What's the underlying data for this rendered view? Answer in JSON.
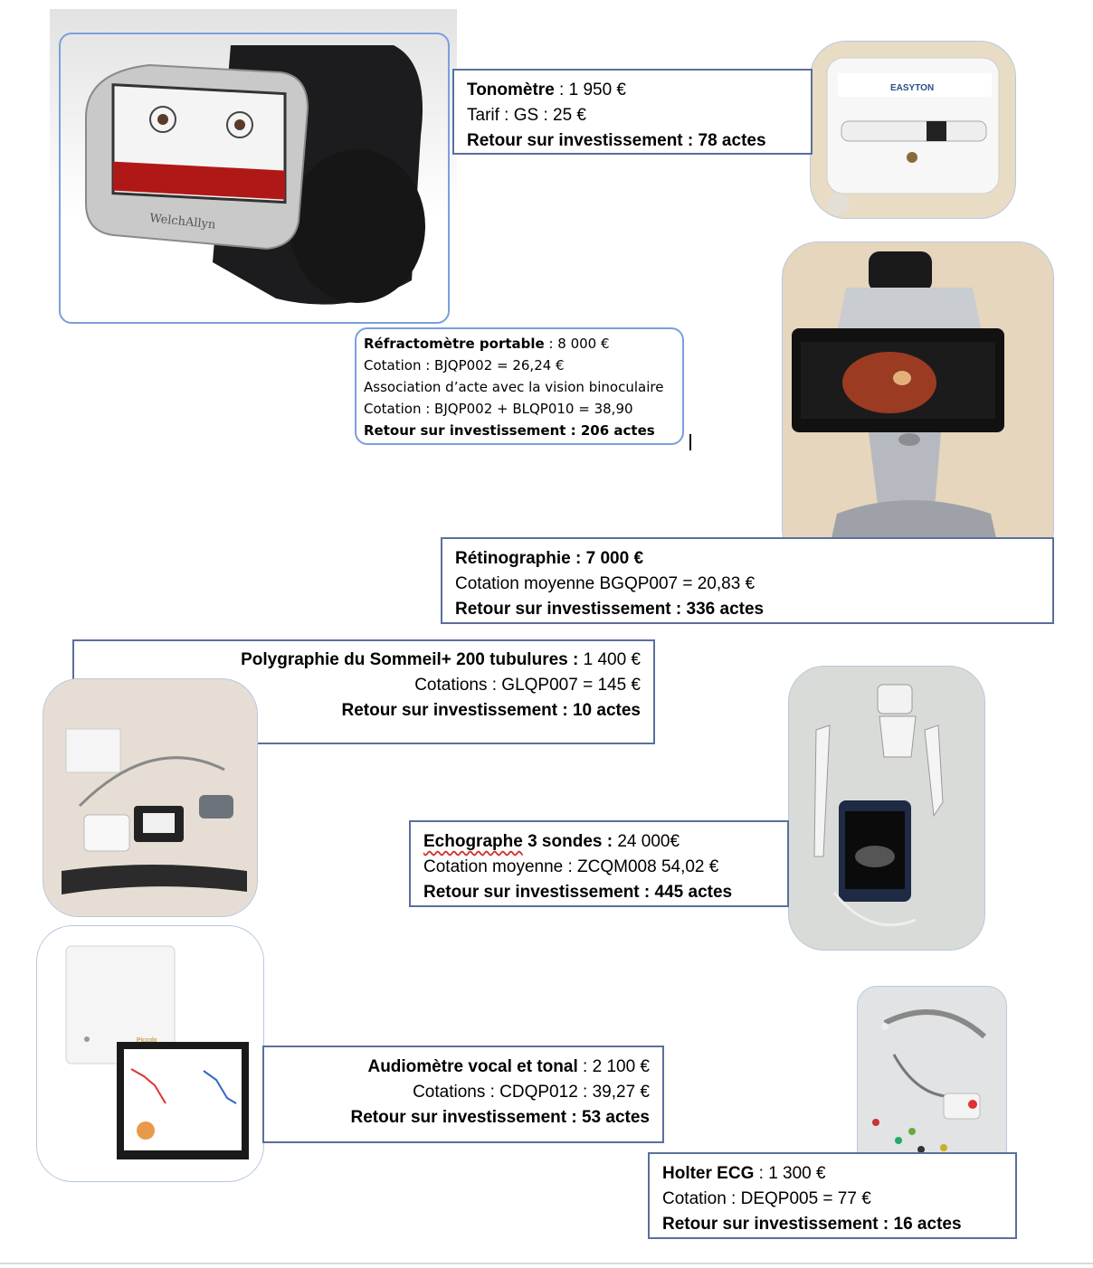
{
  "devices": {
    "tonometre": {
      "name": "Tonomètre",
      "price_sep": " : ",
      "price": "1 950 €",
      "tarif": "Tarif : GS : 25 €",
      "roi": "Retour sur investissement : 78 actes"
    },
    "refractometre": {
      "name": "Réfractomètre portable",
      "price_sep": " : ",
      "price": "8 000 €",
      "cotation1": "Cotation : BJQP002 = 26,24 €",
      "association": "Association d’acte avec la vision binoculaire",
      "cotation2": "Cotation : BJQP002 + BLQP010 = 38,90",
      "roi": "Retour sur investissement : 206 actes"
    },
    "retinographie": {
      "name": "Rétinographie : 7 000 €",
      "cotation": "Cotation moyenne BGQP007 = 20,83 €",
      "roi": "Retour sur investissement : 336 actes"
    },
    "polygraphie": {
      "name": "Polygraphie du Sommeil+ 200 tubulures :",
      "price": " 1 400 €",
      "cotation": "Cotations : GLQP007 = 145 €",
      "roi": "Retour sur investissement : 10 actes"
    },
    "echographe": {
      "name_part1": "Echographe",
      "name_part2": " 3 sondes :",
      "price": " 24 000€",
      "cotation": "Cotation moyenne : ZCQM008 54,02 €",
      "roi": "Retour sur investissement : 445 actes"
    },
    "audiometre": {
      "name": "Audiomètre vocal et tonal",
      "price_sep": " : ",
      "price": "2 100 €",
      "cotation": "Cotations : CDQP012 : 39,27 €",
      "roi": "Retour sur investissement : 53 actes"
    },
    "holter": {
      "name": "Holter ECG",
      "price_sep": " : ",
      "price": "1 300 €",
      "cotation": "Cotation : DEQP005 = 77 €",
      "roi": "Retour sur investissement : 16 actes"
    }
  },
  "logos": {
    "welchallyn": "WelchAllyn",
    "easyton": "EASYTON",
    "piccolo": "Piccolo"
  },
  "colors": {
    "box_border": "#5a6f9c",
    "refract_border": "#7aa0dc",
    "spellcheck": "#d0342c"
  }
}
